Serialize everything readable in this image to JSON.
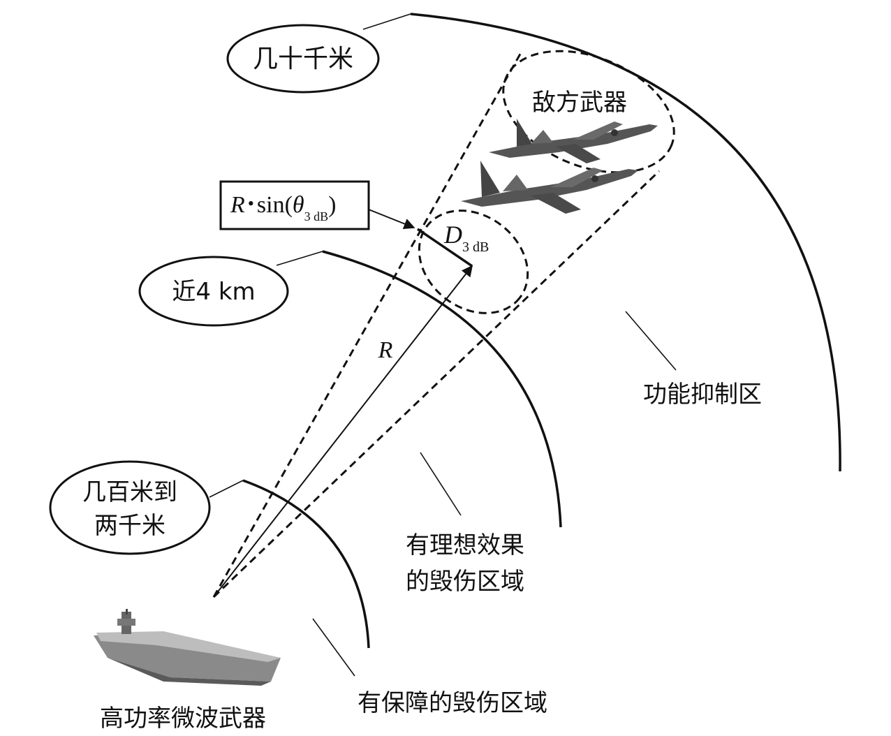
{
  "labels": {
    "outer_range": "几十千米",
    "middle_range": "近4 km",
    "inner_range_line1": "几百米到",
    "inner_range_line2": "两千米",
    "enemy_weapons": "敌方武器",
    "function_suppression_zone": "功能抑制区",
    "ideal_zone_line1": "有理想效果",
    "ideal_zone_line2": "的毁伤区域",
    "guaranteed_zone": "有保障的毁伤区域",
    "hpm_weapon": "高功率微波武器",
    "range_symbol": "R"
  },
  "formula": {
    "R": "R",
    "bullet": "•",
    "func_open": "sin(",
    "theta": "θ",
    "sub": "3 dB",
    "close": ")"
  },
  "diameter": {
    "D": "D",
    "sub": "3 dB"
  }
}
